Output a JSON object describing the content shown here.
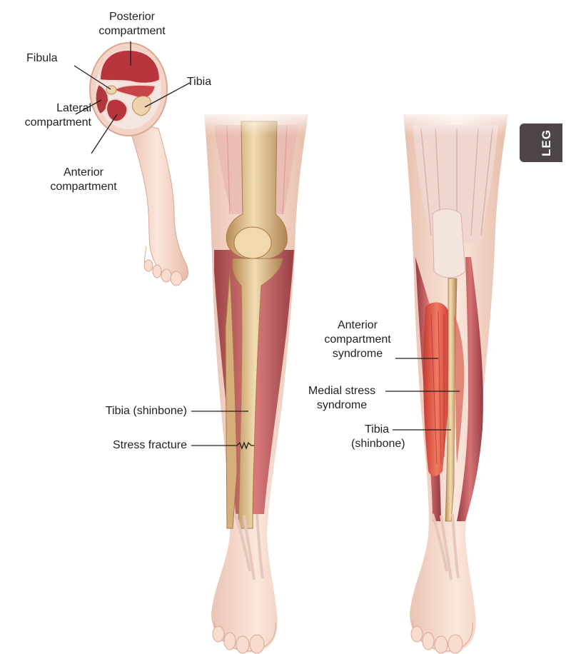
{
  "cross_section": {
    "posterior_compartment": {
      "line1": "Posterior",
      "line2": "compartment"
    },
    "fibula": "Fibula",
    "tibia": "Tibia",
    "lateral_compartment": {
      "line1": "Lateral",
      "line2": "compartment"
    },
    "anterior_compartment": {
      "line1": "Anterior",
      "line2": "compartment"
    }
  },
  "left_leg": {
    "tibia_label": "Tibia (shinbone)",
    "stress_fracture_label": "Stress fracture"
  },
  "right_leg": {
    "anterior_syndrome": {
      "line1": "Anterior",
      "line2": "compartment",
      "line3": "syndrome"
    },
    "medial_stress": {
      "line1": "Medial stress",
      "line2": "syndrome"
    },
    "tibia": {
      "line1": "Tibia",
      "line2": "(shinbone)"
    }
  },
  "section_tab": {
    "label": "LEG"
  },
  "colors": {
    "tab_background": "#4d4548",
    "skin": "#f7dccf",
    "muscle_red": "#c0404a",
    "bone": "#e3c596",
    "leader_line": "#231f20"
  }
}
